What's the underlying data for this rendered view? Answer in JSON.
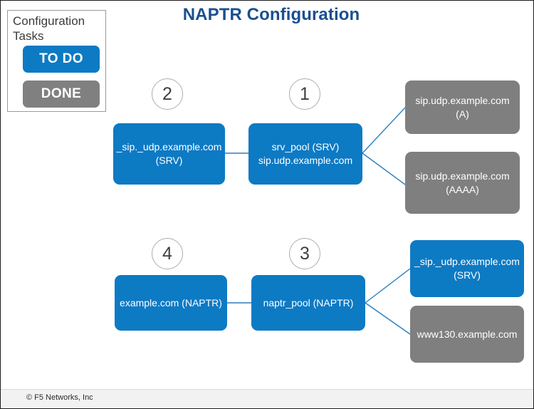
{
  "page": {
    "title": "NAPTR Configuration",
    "accent_blue": "#0d7ac4",
    "title_blue": "#1b4f8f",
    "gray": "#7f7f7f",
    "background": "#ffffff"
  },
  "legend": {
    "heading": "Configuration Tasks",
    "items": [
      {
        "label": "TO DO",
        "color": "#0d7ac4"
      },
      {
        "label": "DONE",
        "color": "#808080"
      }
    ]
  },
  "steps": [
    {
      "number": "1"
    },
    {
      "number": "2"
    },
    {
      "number": "3"
    },
    {
      "number": "4"
    }
  ],
  "nodes": {
    "srv_pool": {
      "label": "srv_pool (SRV)\nsip.udp.example.com",
      "state": "todo"
    },
    "sip_udp_srv": {
      "label": "_sip._udp.example.com\n(SRV)",
      "state": "todo"
    },
    "sip_udp_a": {
      "label": "sip.udp.example.com (A)",
      "state": "done"
    },
    "sip_udp_aaaa": {
      "label": "sip.udp.example.com\n(AAAA)",
      "state": "done"
    },
    "naptr_pool": {
      "label": "naptr_pool (NAPTR)",
      "state": "todo"
    },
    "example_naptr": {
      "label": "example.com (NAPTR)",
      "state": "todo"
    },
    "sip_udp_srv_ref": {
      "label": "_sip._udp.example.com\n(SRV)",
      "state": "todo"
    },
    "www130": {
      "label": "www130.example.com",
      "state": "done"
    }
  },
  "footer": {
    "copyright": "© F5 Networks, Inc"
  }
}
